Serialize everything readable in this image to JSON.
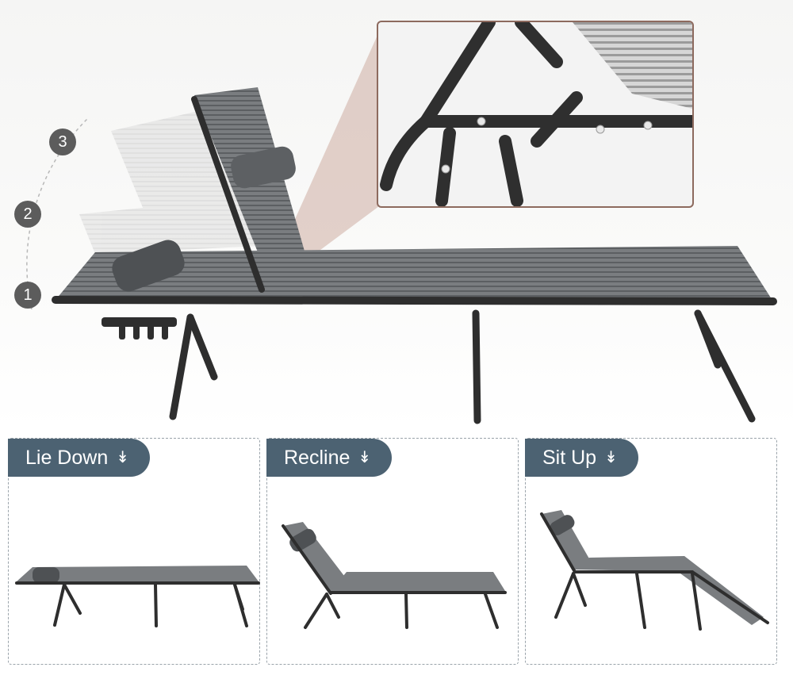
{
  "hero": {
    "steps": [
      "1",
      "2",
      "3"
    ]
  },
  "modes": [
    {
      "label": "Lie Down",
      "icon": "double-down-arrow-icon"
    },
    {
      "label": "Recline",
      "icon": "double-down-arrow-icon"
    },
    {
      "label": "Sit Up",
      "icon": "double-down-arrow-icon"
    }
  ],
  "colors": {
    "tab": "#4c6272",
    "frame": "#2e2e2e",
    "fabric": "#6b6e70",
    "step_badge": "#5c5c5c",
    "zoom_border": "#8d6a5e"
  }
}
